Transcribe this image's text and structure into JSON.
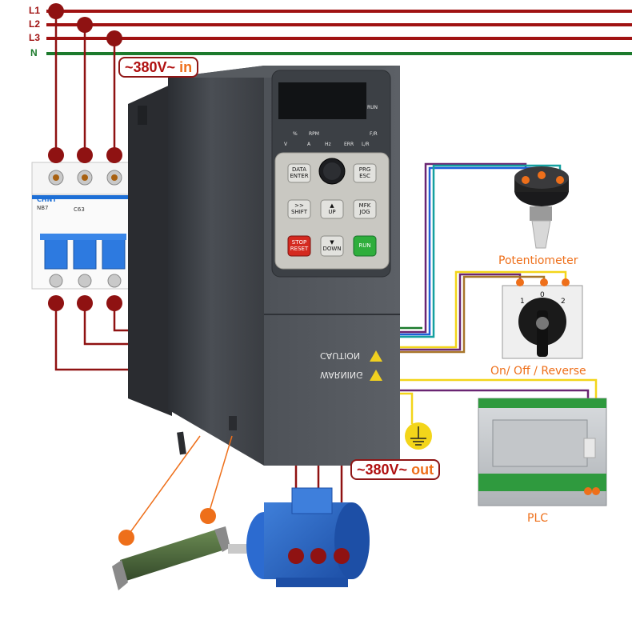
{
  "power_lines": [
    {
      "name": "L1",
      "color": "#a01212"
    },
    {
      "name": "L2",
      "color": "#a01212"
    },
    {
      "name": "L3",
      "color": "#a01212"
    },
    {
      "name": "N",
      "color": "#1c7a2c"
    }
  ],
  "input_voltage": {
    "prefix": "~380V~",
    "suffix": "in"
  },
  "output_voltage": {
    "prefix": "~380V~",
    "suffix": "out"
  },
  "breaker": {
    "brand": "CHNT",
    "model": "NB7",
    "rating": "C63"
  },
  "inverter": {
    "status_leds": [
      "RUN",
      "F/R",
      "L/R",
      "ERR",
      "Hz",
      "A",
      "RPM",
      "%",
      "V"
    ],
    "keys": [
      {
        "top": "DATA",
        "bottom": "ENTER"
      },
      {
        "top": "PRG",
        "bottom": "ESC"
      },
      {
        "top": ">>",
        "bottom": "SHIFT"
      },
      {
        "top": "▲",
        "bottom": "UP"
      },
      {
        "top": "MFK",
        "bottom": "JOG"
      },
      {
        "top": "STOP",
        "bottom": "RESET"
      },
      {
        "top": "▼",
        "bottom": "DOWN"
      },
      {
        "top": "RUN",
        "bottom": ""
      }
    ],
    "caution_title": "CAUTION",
    "warning_title": "WARNING"
  },
  "potentiometer": {
    "label": "Potentiometer"
  },
  "selector_switch": {
    "label": "On/ Off / Reverse",
    "positions": [
      "1",
      "0",
      "2"
    ]
  },
  "plc": {
    "label": "PLC"
  },
  "colors": {
    "dark_red": "#a01212",
    "green": "#1c7a2c",
    "orange": "#ee6f1a",
    "yellow": "#f3d51a",
    "purple": "#6a2572",
    "blue": "#1f5fd8",
    "teal": "#14a0a0"
  }
}
